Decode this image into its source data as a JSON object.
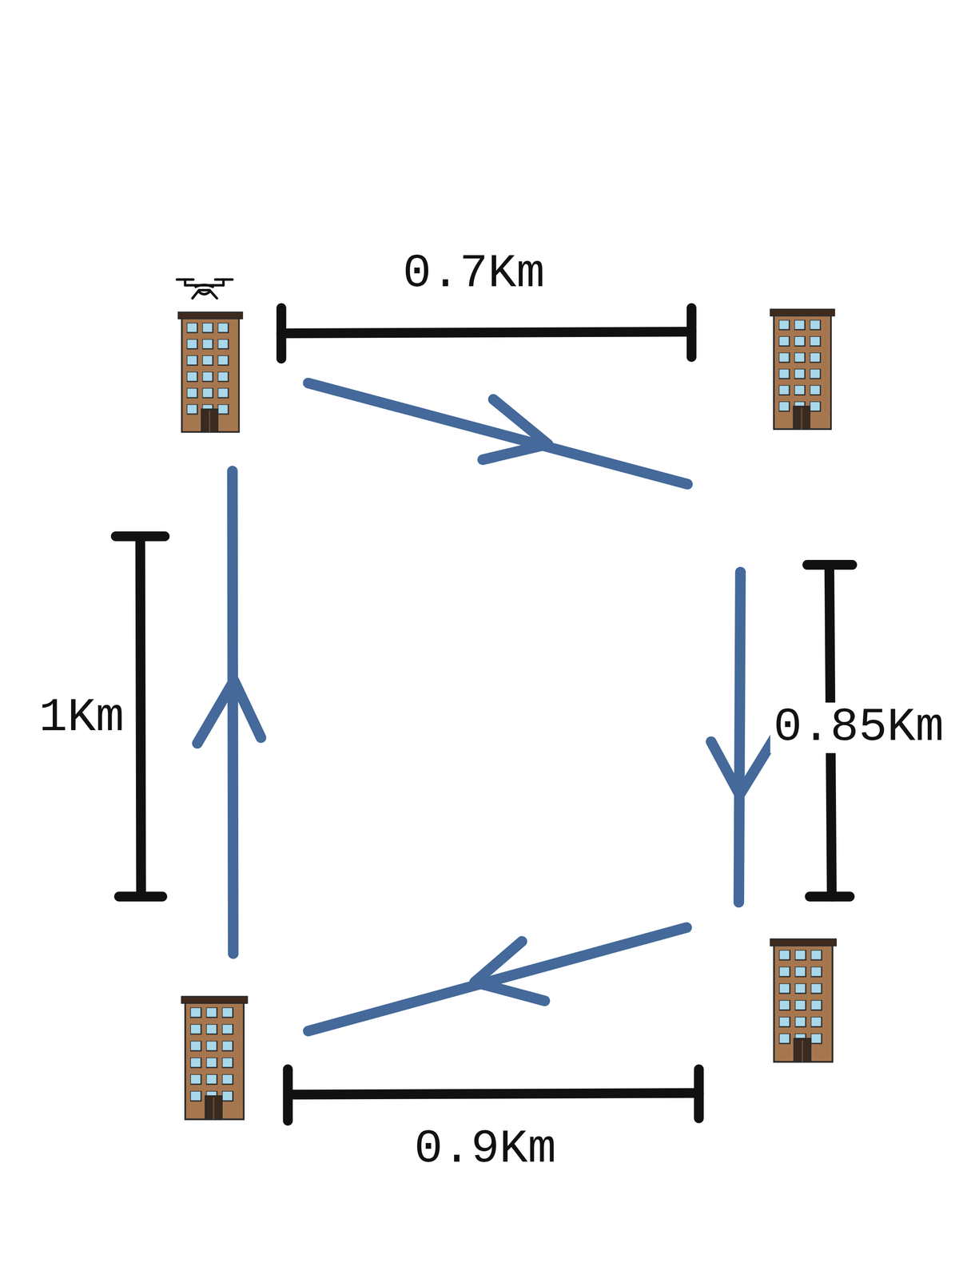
{
  "diagram": {
    "labels": [
      "0.7Km",
      "1Km",
      "0.85Km",
      "0.9Km"
    ]
  }
}
